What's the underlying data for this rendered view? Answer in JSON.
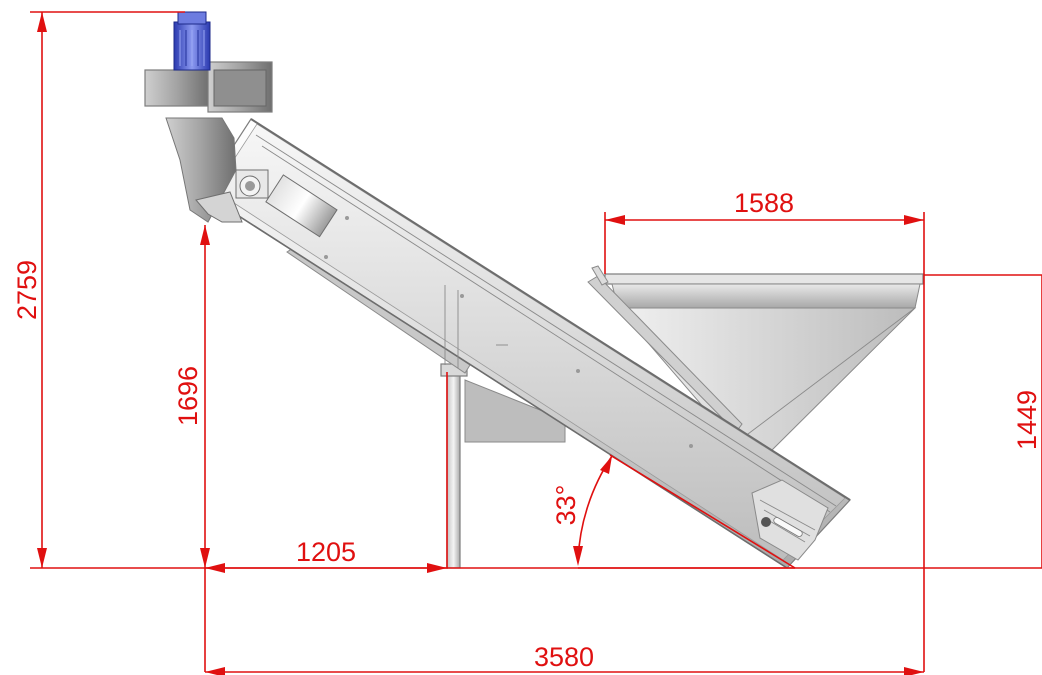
{
  "dimensions": {
    "overall_height": "2759",
    "discharge_height": "1696",
    "hopper_height": "1449",
    "leg_offset": "1205",
    "hopper_width": "1588",
    "overall_length": "3580",
    "incline_angle": "33°"
  },
  "colors": {
    "dimension": "#e01010",
    "steel_light": "#f2f2f2",
    "steel_mid": "#cfcfcf",
    "steel_dark": "#8f8f8f",
    "motor": "#4d5fd6"
  }
}
